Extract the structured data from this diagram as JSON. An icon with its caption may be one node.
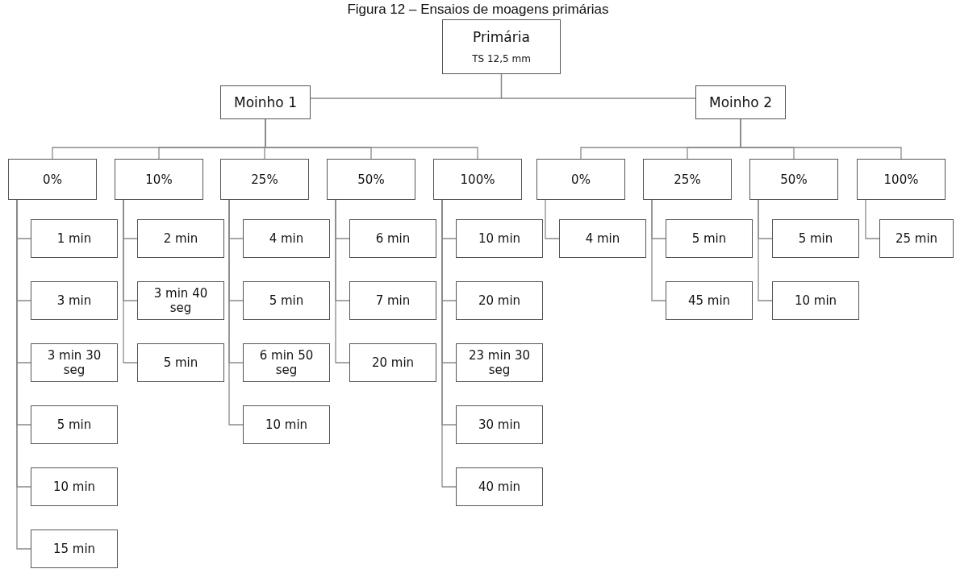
{
  "diagram": {
    "title": "Figura 12 – Ensaios de moagens primárias",
    "nodes": [
      {
        "text": [
          "Primária",
          "TS 12,5 mm"
        ]
      },
      {
        "text": [
          "Moinho 1"
        ]
      },
      {
        "text": [
          "Moinho 2"
        ]
      },
      {
        "text": [
          "0%"
        ]
      },
      {
        "text": [
          "10%"
        ]
      },
      {
        "text": [
          "25%"
        ]
      },
      {
        "text": [
          "50%"
        ]
      },
      {
        "text": [
          "100%"
        ]
      },
      {
        "text": [
          "0%"
        ]
      },
      {
        "text": [
          "25%"
        ]
      },
      {
        "text": [
          "50%"
        ]
      },
      {
        "text": [
          "100%"
        ]
      },
      {
        "text": [
          "1 min"
        ]
      },
      {
        "text": [
          "3 min"
        ]
      },
      {
        "text": [
          "3 min 30 seg"
        ]
      },
      {
        "text": [
          "5 min"
        ]
      },
      {
        "text": [
          "10 min"
        ]
      },
      {
        "text": [
          "15 min"
        ]
      },
      {
        "text": [
          "2 min"
        ]
      },
      {
        "text": [
          "3 min 40 seg"
        ]
      },
      {
        "text": [
          "5 min"
        ]
      },
      {
        "text": [
          "4 min"
        ]
      },
      {
        "text": [
          "5 min"
        ]
      },
      {
        "text": [
          "6 min 50 seg"
        ]
      },
      {
        "text": [
          "10 min"
        ]
      },
      {
        "text": [
          "6 min"
        ]
      },
      {
        "text": [
          "7 min"
        ]
      },
      {
        "text": [
          "20 min"
        ]
      },
      {
        "text": [
          "10 min"
        ]
      },
      {
        "text": [
          "20 min"
        ]
      },
      {
        "text": [
          "23 min 30 seg"
        ]
      },
      {
        "text": [
          "30 min"
        ]
      },
      {
        "text": [
          "40 min"
        ]
      },
      {
        "text": [
          "4 min"
        ]
      },
      {
        "text": [
          "5 min"
        ]
      },
      {
        "text": [
          "45 min"
        ]
      },
      {
        "text": [
          "5 min"
        ]
      },
      {
        "text": [
          "10 min"
        ]
      },
      {
        "text": [
          "25 min"
        ]
      }
    ],
    "edges": [
      {
        "from": 0,
        "to": 1,
        "arrow": "none"
      },
      {
        "from": 0,
        "to": 2,
        "arrow": "none"
      },
      {
        "from": 1,
        "to": 3,
        "arrow": "none"
      },
      {
        "from": 1,
        "to": 4,
        "arrow": "none"
      },
      {
        "from": 1,
        "to": 5,
        "arrow": "none"
      },
      {
        "from": 1,
        "to": 6,
        "arrow": "none"
      },
      {
        "from": 1,
        "to": 7,
        "arrow": "none"
      },
      {
        "from": 2,
        "to": 8,
        "arrow": "none"
      },
      {
        "from": 2,
        "to": 9,
        "arrow": "none"
      },
      {
        "from": 2,
        "to": 10,
        "arrow": "none"
      },
      {
        "from": 2,
        "to": 11,
        "arrow": "none"
      },
      {
        "from": 3,
        "to": 12,
        "arrow": "none"
      },
      {
        "from": 3,
        "to": 13,
        "arrow": "none"
      },
      {
        "from": 3,
        "to": 14,
        "arrow": "none"
      },
      {
        "from": 3,
        "to": 15,
        "arrow": "none"
      },
      {
        "from": 3,
        "to": 16,
        "arrow": "none"
      },
      {
        "from": 3,
        "to": 17,
        "arrow": "none"
      },
      {
        "from": 4,
        "to": 18,
        "arrow": "none"
      },
      {
        "from": 4,
        "to": 19,
        "arrow": "none"
      },
      {
        "from": 4,
        "to": 20,
        "arrow": "none"
      },
      {
        "from": 5,
        "to": 21,
        "arrow": "none"
      },
      {
        "from": 5,
        "to": 22,
        "arrow": "none"
      },
      {
        "from": 5,
        "to": 23,
        "arrow": "none"
      },
      {
        "from": 5,
        "to": 24,
        "arrow": "none"
      },
      {
        "from": 6,
        "to": 25,
        "arrow": "none"
      },
      {
        "from": 6,
        "to": 26,
        "arrow": "none"
      },
      {
        "from": 6,
        "to": 27,
        "arrow": "none"
      },
      {
        "from": 7,
        "to": 28,
        "arrow": "none"
      },
      {
        "from": 7,
        "to": 29,
        "arrow": "none"
      },
      {
        "from": 7,
        "to": 30,
        "arrow": "none"
      },
      {
        "from": 7,
        "to": 31,
        "arrow": "none"
      },
      {
        "from": 7,
        "to": 32,
        "arrow": "none"
      },
      {
        "from": 8,
        "to": 33,
        "arrow": "none"
      },
      {
        "from": 9,
        "to": 34,
        "arrow": "none"
      },
      {
        "from": 9,
        "to": 35,
        "arrow": "none"
      },
      {
        "from": 10,
        "to": 36,
        "arrow": "none"
      },
      {
        "from": 10,
        "to": 37,
        "arrow": "none"
      },
      {
        "from": 11,
        "to": 38,
        "arrow": "none"
      }
    ]
  }
}
